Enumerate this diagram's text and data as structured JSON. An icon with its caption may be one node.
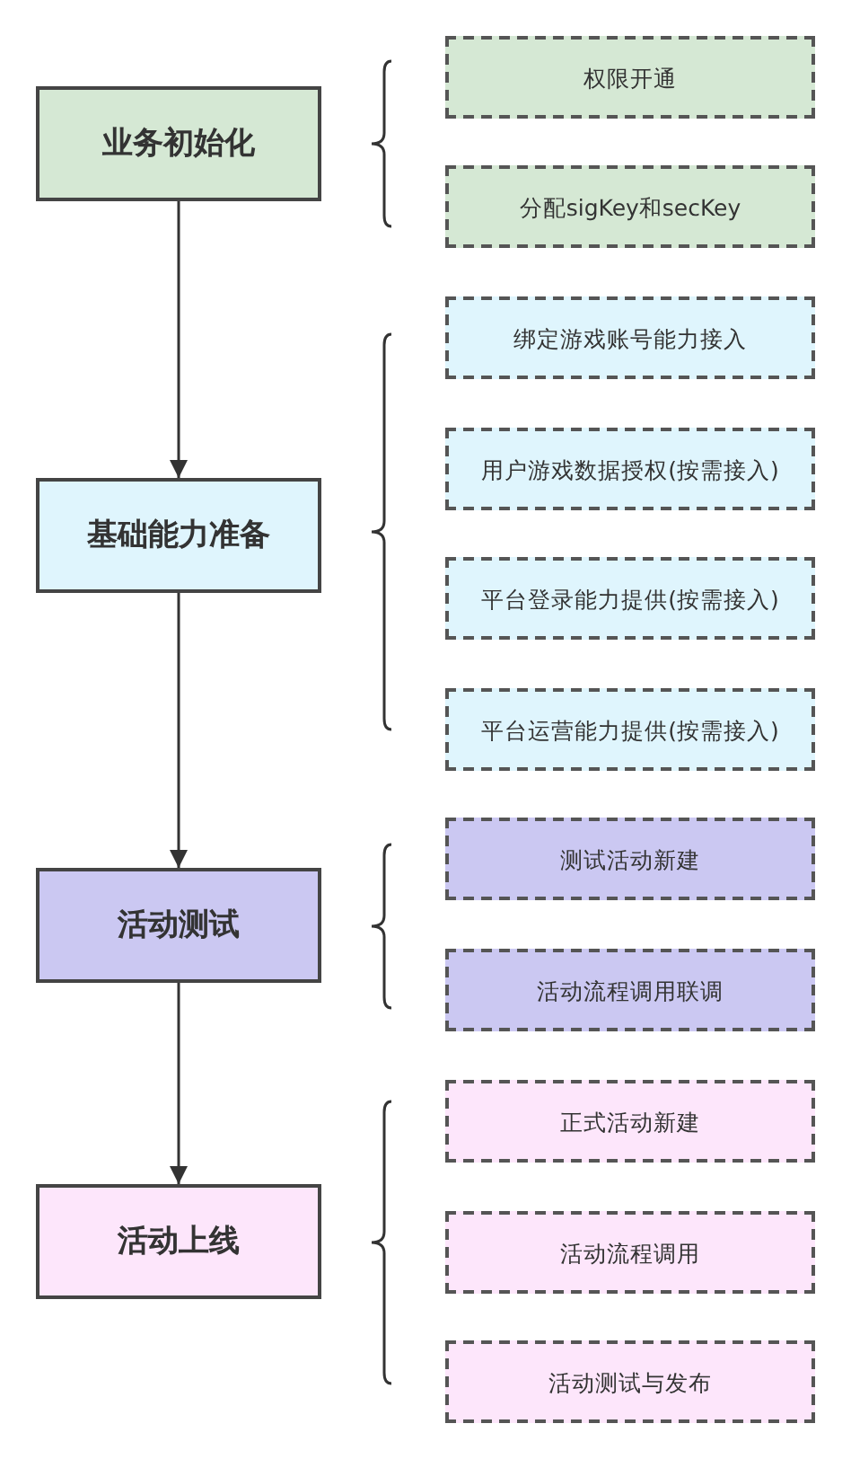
{
  "diagram": {
    "nodes": [
      {
        "text": [
          "业务初始化"
        ]
      },
      {
        "text": [
          "权限开通"
        ]
      },
      {
        "text": [
          "分配sigKey和secKey"
        ]
      },
      {
        "text": [
          "基础能力准备"
        ]
      },
      {
        "text": [
          "绑定游戏账号能力接入"
        ]
      },
      {
        "text": [
          "用户游戏数据授权(按需接入)"
        ]
      },
      {
        "text": [
          "平台登录能力提供(按需接入)"
        ]
      },
      {
        "text": [
          "平台运营能力提供(按需接入)"
        ]
      },
      {
        "text": [
          "活动测试"
        ]
      },
      {
        "text": [
          "测试活动新建"
        ]
      },
      {
        "text": [
          "活动流程调用联调"
        ]
      },
      {
        "text": [
          "活动上线"
        ]
      },
      {
        "text": [
          "正式活动新建"
        ]
      },
      {
        "text": [
          "活动流程调用"
        ]
      },
      {
        "text": [
          "活动测试与发布"
        ]
      }
    ],
    "edges": [
      {
        "from": 0,
        "to": 3,
        "arrow": "to"
      },
      {
        "from": 3,
        "to": 8,
        "arrow": "to"
      },
      {
        "from": 8,
        "to": 11,
        "arrow": "to"
      }
    ]
  }
}
